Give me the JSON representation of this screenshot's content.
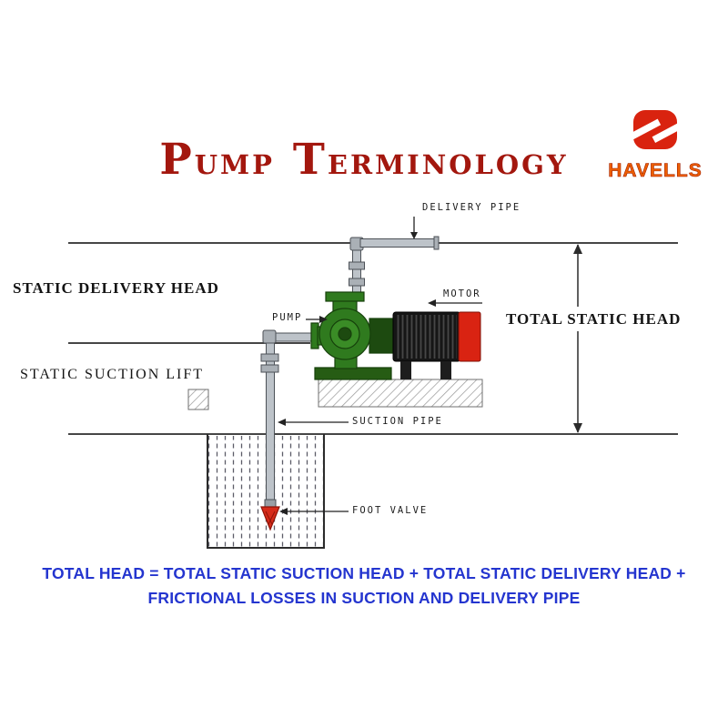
{
  "header": {
    "title": "Pump Terminology",
    "title_words": [
      "Pump",
      "Terminology"
    ]
  },
  "brand": {
    "name": "HAVELLS",
    "icon": "havells-axe-icon"
  },
  "measurements": {
    "static_delivery_head": "STATIC DELIVERY HEAD",
    "static_suction_lift": "STATIC SUCTION LIFT",
    "total_static_head": "TOTAL STATIC HEAD"
  },
  "part_labels": {
    "delivery_pipe": "DELIVERY PIPE",
    "motor": "MOTOR",
    "pump": "PUMP",
    "suction_pipe": "SUCTION PIPE",
    "foot_valve": "FOOT VALVE"
  },
  "formula": {
    "line1": "TOTAL HEAD = TOTAL STATIC SUCTION HEAD + TOTAL STATIC DELIVERY HEAD +",
    "line2": "FRICTIONAL LOSSES IN SUCTION AND DELIVERY PIPE"
  },
  "colors": {
    "title_red": "#a3170e",
    "brand_orange": "#ed5f00",
    "logo_red": "#d9230f",
    "formula_blue": "#2435cf",
    "pump_green": "#2f7a1e",
    "motor_black": "#161616",
    "motor_red": "#d92312",
    "pipe_gray": "#bdc3c9",
    "line_black": "#2b2b2b"
  }
}
